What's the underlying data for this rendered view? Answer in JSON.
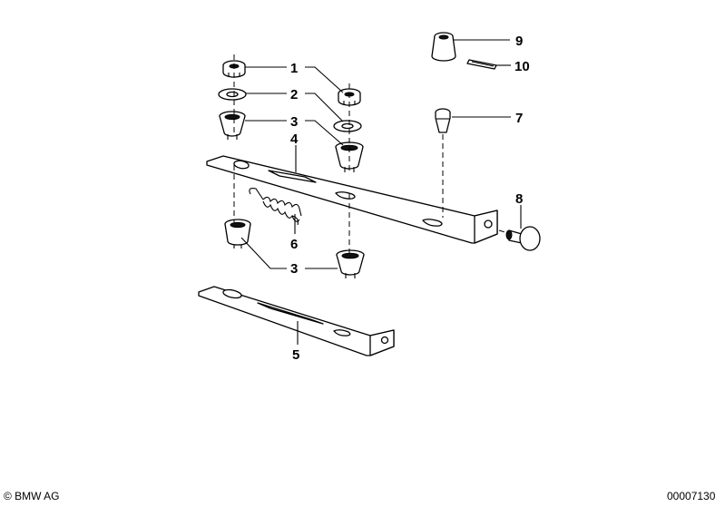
{
  "diagram": {
    "callouts": [
      {
        "id": "1",
        "label": "1"
      },
      {
        "id": "2",
        "label": "2"
      },
      {
        "id": "3a",
        "label": "3"
      },
      {
        "id": "4",
        "label": "4"
      },
      {
        "id": "6",
        "label": "6"
      },
      {
        "id": "3b",
        "label": "3"
      },
      {
        "id": "5",
        "label": "5"
      },
      {
        "id": "9",
        "label": "9"
      },
      {
        "id": "10",
        "label": "10"
      },
      {
        "id": "7",
        "label": "7"
      },
      {
        "id": "8",
        "label": "8"
      }
    ]
  },
  "footer": {
    "copyright": "© BMW AG",
    "drawing_number": "00007130"
  }
}
